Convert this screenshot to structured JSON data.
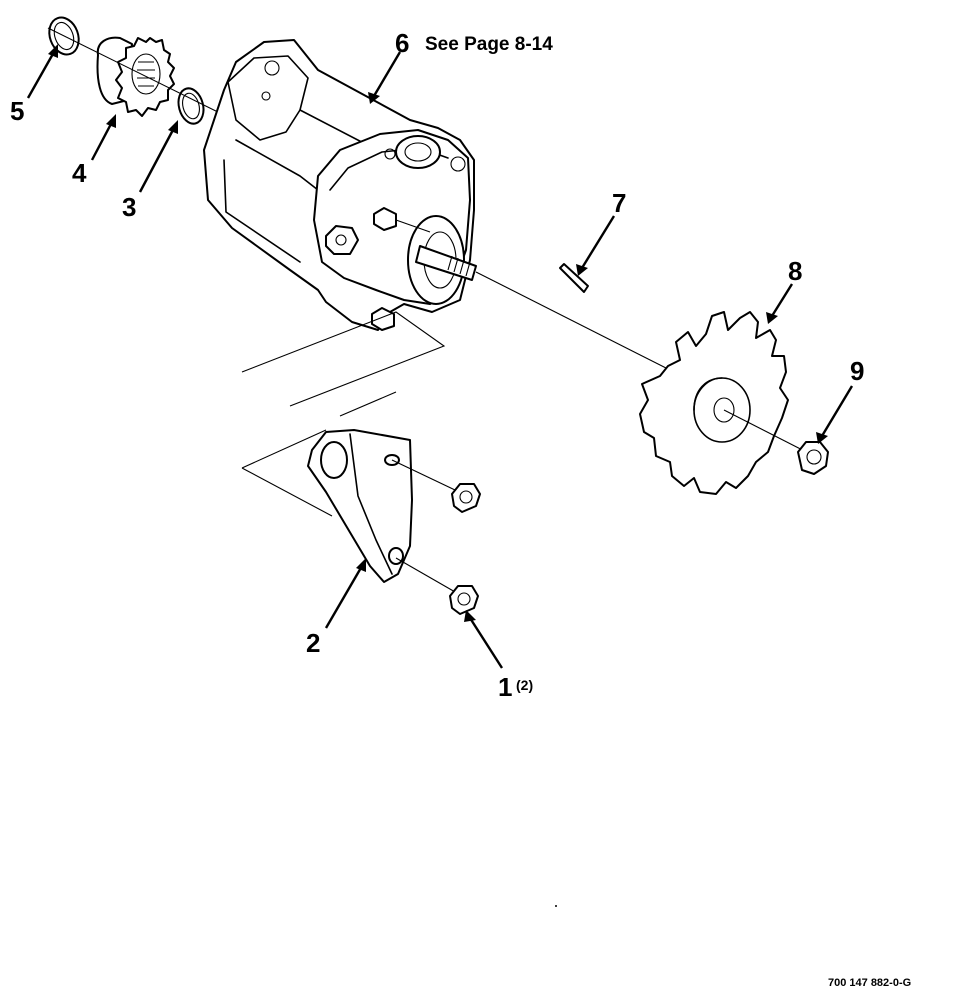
{
  "callouts": {
    "c1": "1",
    "c1_qty": "(2)",
    "c2": "2",
    "c3": "3",
    "c4": "4",
    "c5": "5",
    "c6": "6",
    "c6_note": "See Page 8-14",
    "c7": "7",
    "c8": "8",
    "c9": "9"
  },
  "figure_number": "700 147 882-0-G"
}
